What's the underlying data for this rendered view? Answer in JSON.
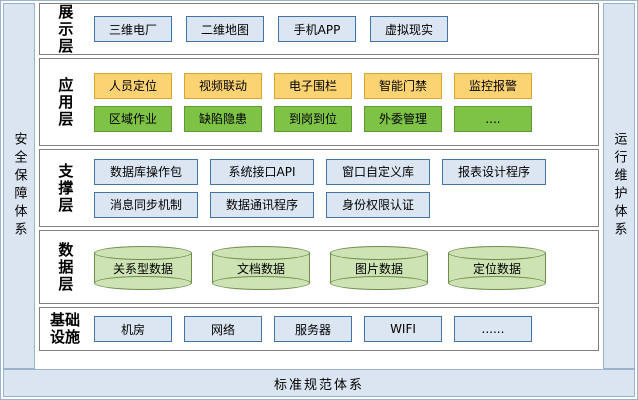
{
  "frame": {
    "left_band_text": "安全保障体系",
    "right_band_text": "运行维护体系",
    "standards_band_text": "标准规范体系"
  },
  "colors": {
    "band_fill": "#dbe5f1",
    "band_border": "#9bb2cc",
    "blue_fill": "#dce6f2",
    "blue_border": "#4372a5",
    "yellow_fill": "#fbd373",
    "yellow_border": "#d9a52b",
    "green_fill": "#7ec246",
    "green_border": "#5e9a33",
    "cylinder_fill": "#cde3b4",
    "cylinder_border": "#6f8c4e",
    "layer_border": "#808080"
  },
  "layers": [
    {
      "id": "presentation",
      "label": "展示层",
      "label_mode": "vertical",
      "height": 52,
      "rows": [
        {
          "style": "blue",
          "nodes": [
            "三维电厂",
            "二维地图",
            "手机APP",
            "虚拟现实"
          ]
        }
      ]
    },
    {
      "id": "application",
      "label": "应用层",
      "label_mode": "vertical",
      "height": 88,
      "rows": [
        {
          "style": "yellow",
          "nodes": [
            "人员定位",
            "视频联动",
            "电子围栏",
            "智能门禁",
            "监控报警"
          ]
        },
        {
          "style": "green",
          "nodes": [
            "区域作业",
            "缺陷隐患",
            "到岗到位",
            "外委管理",
            "...."
          ]
        }
      ]
    },
    {
      "id": "support",
      "label": "支撑层",
      "label_mode": "vertical",
      "height": 78,
      "rows": [
        {
          "style": "blue",
          "nodes": [
            "数据库操作包",
            "系统接口API",
            "窗口自定义库",
            "报表设计程序"
          ]
        },
        {
          "style": "blue",
          "nodes": [
            "消息同步机制",
            "数据通讯程序",
            "身份权限认证"
          ]
        }
      ]
    },
    {
      "id": "data",
      "label": "数据层",
      "label_mode": "vertical",
      "height": 74,
      "cylinders": [
        "关系型数据",
        "文档数据",
        "图片数据",
        "定位数据"
      ]
    },
    {
      "id": "infrastructure",
      "label": "基础设施",
      "label_mode": "grid",
      "height": 44,
      "rows": [
        {
          "style": "blue",
          "nodes": [
            "机房",
            "网络",
            "服务器",
            "WIFI",
            "......"
          ]
        }
      ]
    }
  ]
}
